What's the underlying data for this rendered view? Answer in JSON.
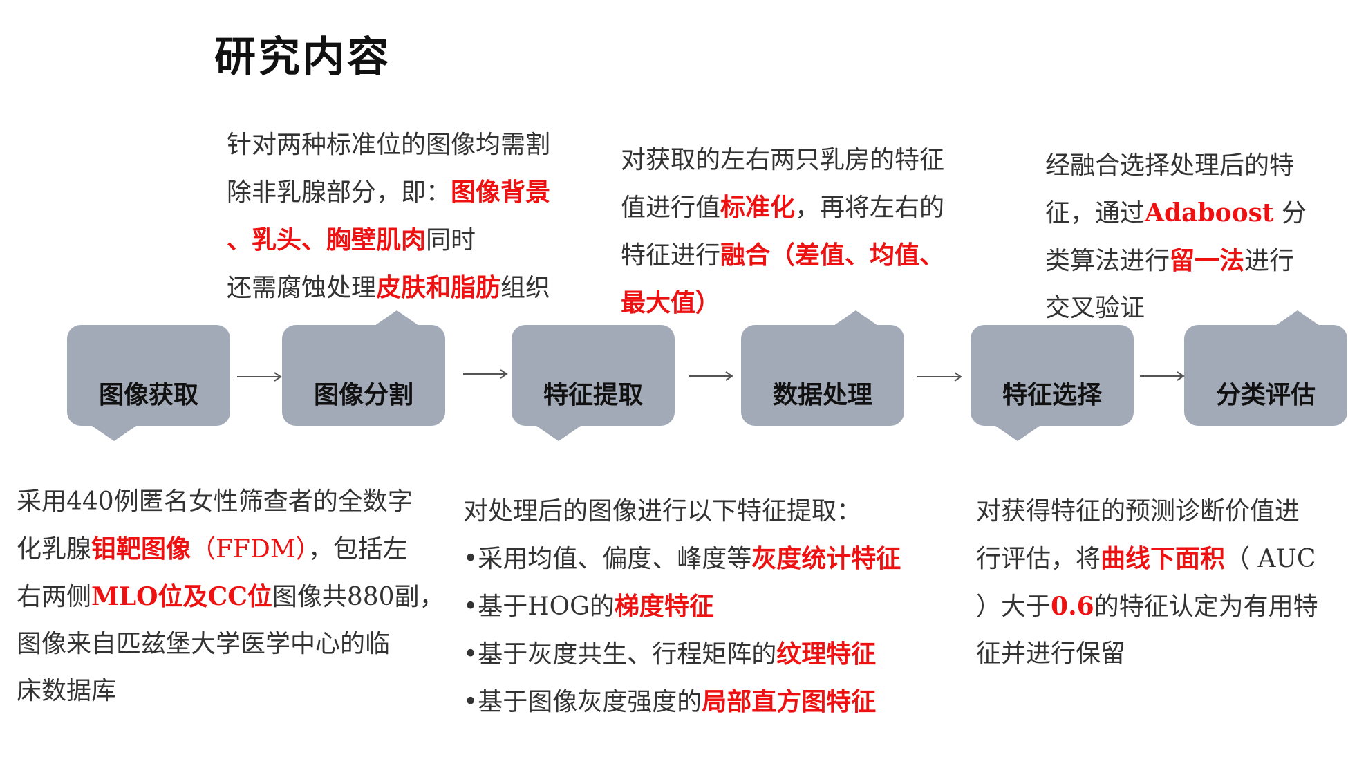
{
  "title": "研究内容",
  "steps": [
    {
      "label": "图像获取"
    },
    {
      "label": "图像分割"
    },
    {
      "label": "特征提取"
    },
    {
      "label": "数据处理"
    },
    {
      "label": "特征选择"
    },
    {
      "label": "分类评估"
    }
  ],
  "notes": {
    "segmentation": {
      "l1": "针对两种标准位的图像均需割",
      "l2a": "除非乳腺部分，即：",
      "l2b": "图像背景",
      "l3a": "、乳头、胸壁肌肉",
      "l3b": "同时",
      "l4a": "还需腐蚀处理",
      "l4b": "皮肤和脂肪",
      "l4c": "组织"
    },
    "processing": {
      "l1": "对获取的左右两只乳房的特征",
      "l2a": "值进行值",
      "l2b": "标准化",
      "l2c": "，再将左右的",
      "l3a": "特征进行",
      "l3b": "融合（差值、均值、",
      "l4": "最大值）"
    },
    "selection": {
      "l1": "经融合选择处理后的特",
      "l2a": "征，通过",
      "l2b": "Adaboost",
      "l2c": " 分",
      "l3a": "类算法进行",
      "l3b": "留一法",
      "l3c": "进行",
      "l4": "交叉验证"
    },
    "acquisition": {
      "l1": "采用440例匿名女性筛查者的全数字",
      "l2a": "化乳腺",
      "l2b": "钼靶图像",
      "l2c": "（FFDM）",
      "l2d": "，包括左",
      "l3a": "右两侧",
      "l3b": "MLO位及CC位",
      "l3c": "图像共880副，",
      "l4": "图像来自匹兹堡大学医学中心的临",
      "l5": "床数据库"
    },
    "extraction": {
      "l1": "对处理后的图像进行以下特征提取：",
      "l2a": "•采用均值、偏度、峰度等",
      "l2b": "灰度统计特征",
      "l3a": "•基于HOG的",
      "l3b": "梯度特征",
      "l4a": "•基于灰度共生、行程矩阵的",
      "l4b": "纹理特征",
      "l5a": "•基于图像灰度强度的",
      "l5b": "局部直方图特征"
    },
    "evaluation": {
      "l1": "对获得特征的预测诊断价值进",
      "l2a": "行评估，将",
      "l2b": "曲线下面积",
      "l2c": "（ AUC",
      "l3a": "）大于",
      "l3b": "0.6",
      "l3c": "的特征认定为有用特",
      "l4": "征并进行保留"
    }
  },
  "colors": {
    "box": "#a3aab7",
    "highlight": "#ee1111",
    "text": "#333333",
    "arrow": "#555555"
  }
}
